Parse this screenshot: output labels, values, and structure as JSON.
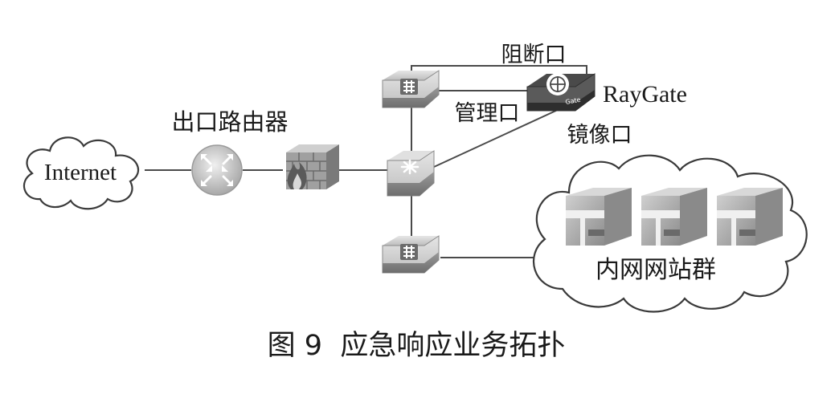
{
  "figure": {
    "caption": "图 9  应急响应业务拓扑"
  },
  "nodes": {
    "internet": {
      "label": "Internet",
      "icon": "cloud-icon"
    },
    "router": {
      "label": "出口路由器",
      "icon": "router-icon"
    },
    "firewall": {
      "icon": "firewall-icon"
    },
    "core_switch": {
      "icon": "core-switch-icon"
    },
    "upper_switch": {
      "icon": "switch-icon"
    },
    "lower_switch": {
      "icon": "switch-icon"
    },
    "raygate": {
      "label": "RayGate",
      "badge": "Gate",
      "icon": "raygate-device-icon"
    },
    "intranet": {
      "label": "内网网站群",
      "icon": "server-cluster-icon"
    }
  },
  "ports": {
    "block": "阻断口",
    "manage": "管理口",
    "mirror": "镜像口"
  },
  "colors": {
    "line": "#4a4a4a",
    "device_light": "#d4d4d4",
    "device_dark": "#8a8a8a",
    "text": "#1a1a1a"
  }
}
